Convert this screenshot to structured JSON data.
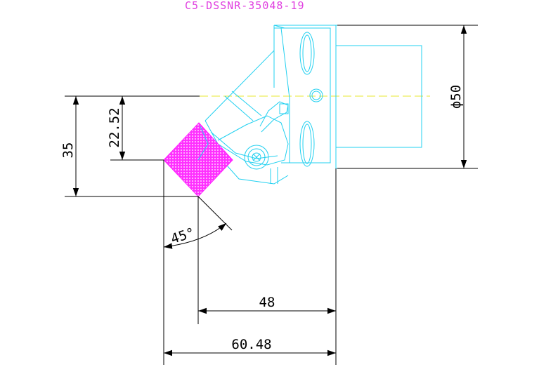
{
  "title": "C5-DSSNR-35048-19",
  "dimensions": {
    "height_total": "35",
    "height_tip": "22.52",
    "diameter": "ϕ50",
    "angle": "45°",
    "length_short": "48",
    "length_long": "60.48"
  },
  "colors": {
    "title": "#e040e0",
    "outline": "#20d0f0",
    "insert": "#ff20ff",
    "centerline": "#e8e830",
    "dimension": "#000000"
  }
}
